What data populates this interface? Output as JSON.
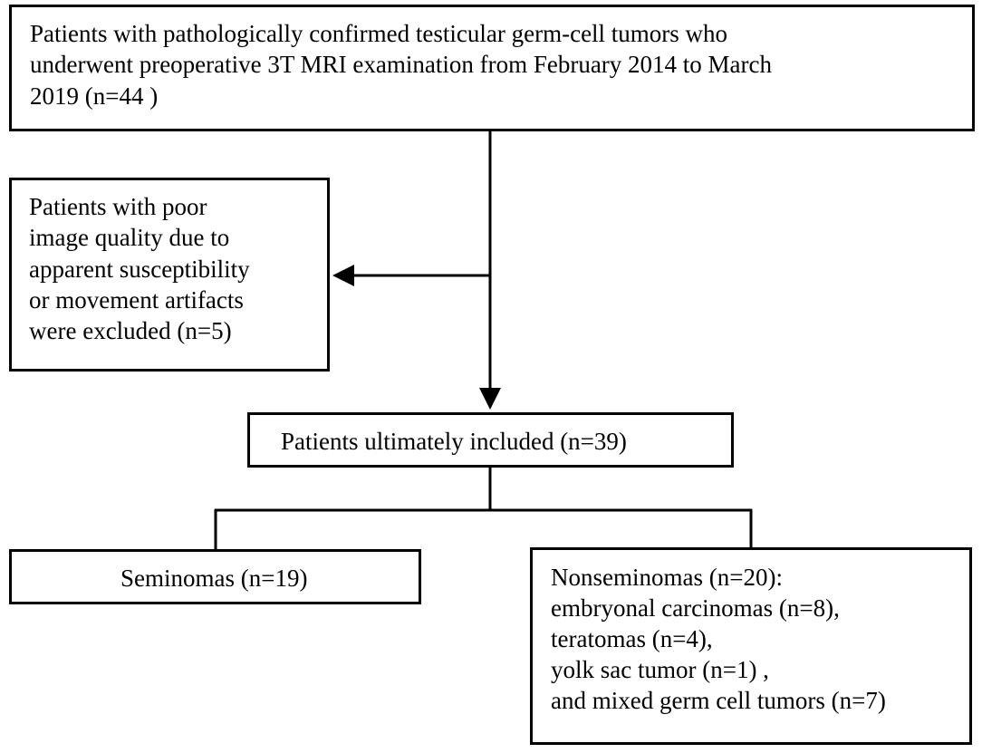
{
  "flowchart": {
    "top_box": {
      "lines": [
        "Patients with  pathologically confirmed testicular germ-cell tumors who",
        "underwent preoperative 3T MRI examination from February 2014 to March",
        "2019 (n=44 )"
      ]
    },
    "excluded_box": {
      "lines": [
        "Patients with poor",
        "image quality  due to",
        "apparent susceptibility",
        "or movement artifacts",
        "were excluded (n=5)"
      ]
    },
    "included_box": {
      "lines": [
        "Patients ultimately included  (n=39)"
      ]
    },
    "seminomas_box": {
      "lines": [
        "Seminomas (n=19)"
      ]
    },
    "nonseminomas_box": {
      "lines": [
        "Nonseminomas (n=20):",
        "embryonal carcinomas (n=8),",
        "teratomas (n=4),",
        "yolk sac tumor (n=1) ,",
        "and mixed germ cell tumors (n=7)"
      ]
    }
  },
  "colors": {
    "stroke": "#000000",
    "background": "#ffffff"
  }
}
